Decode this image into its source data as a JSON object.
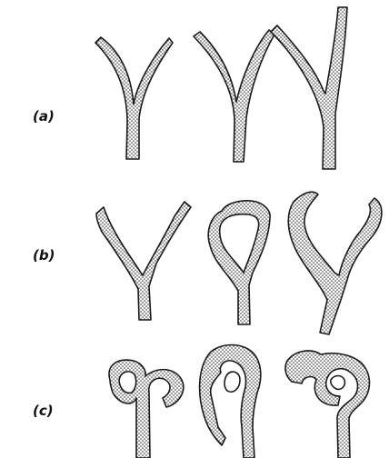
{
  "rows": [
    {
      "label": "(a)"
    },
    {
      "label": "(b)"
    },
    {
      "label": "(c)"
    }
  ]
}
